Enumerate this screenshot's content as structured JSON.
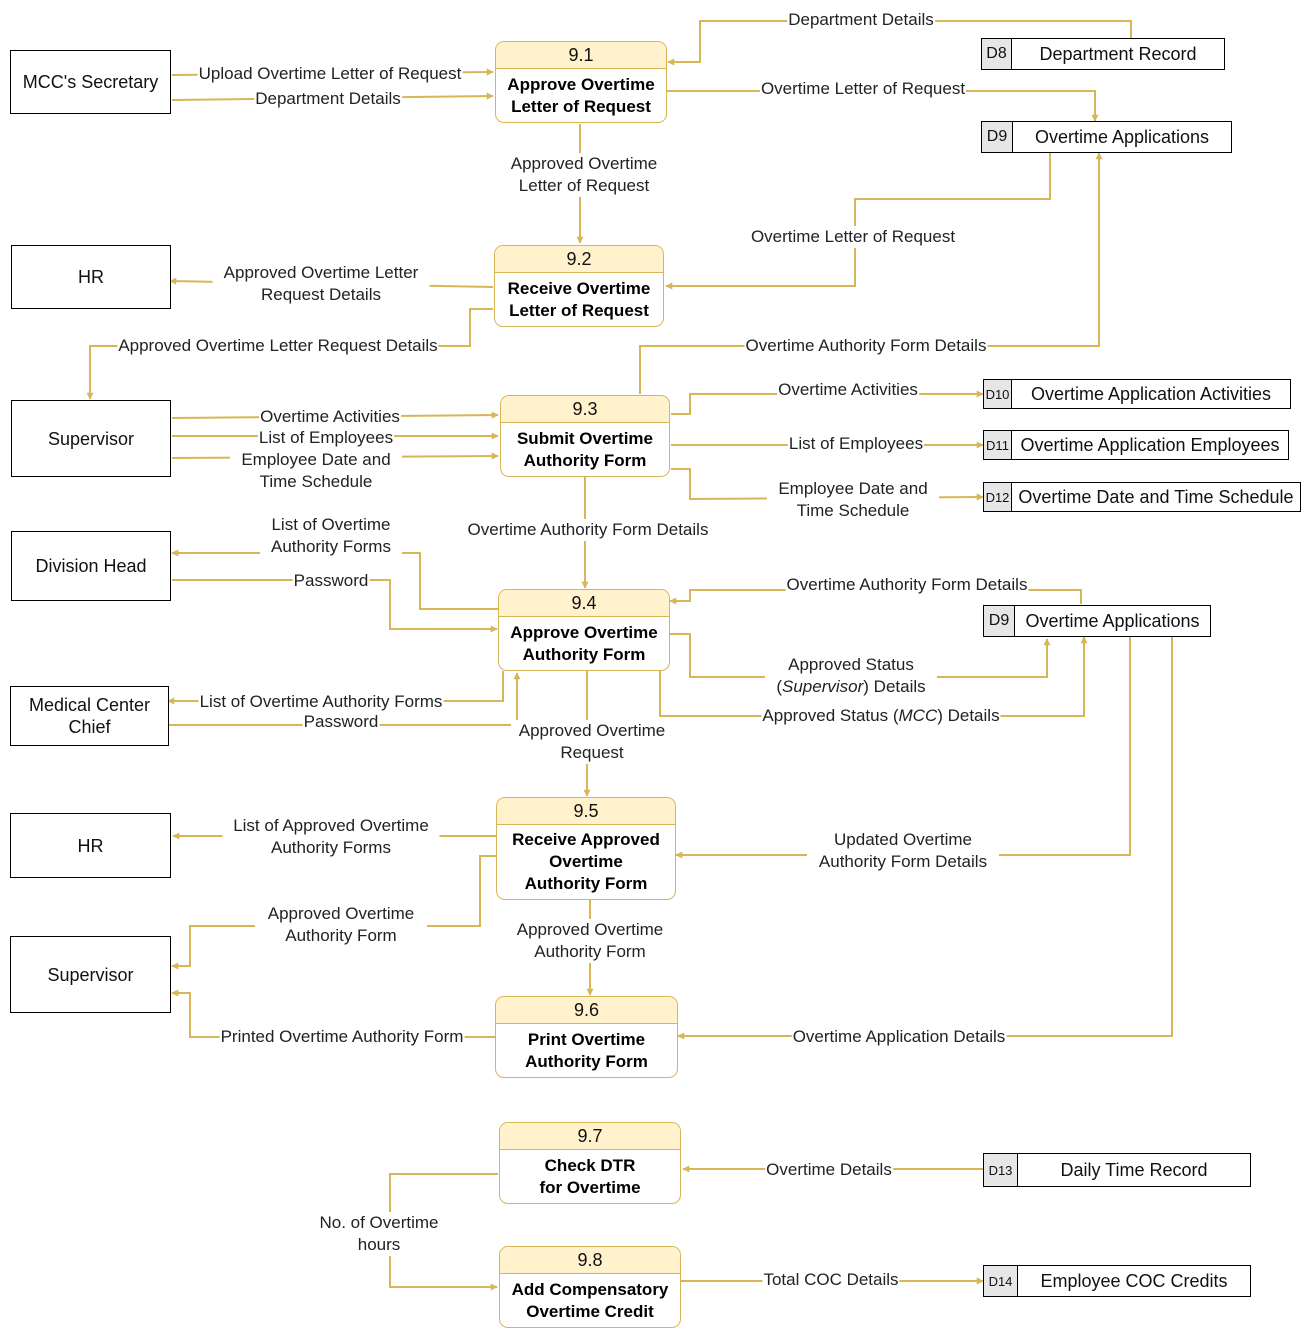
{
  "colors": {
    "flow": "#d6b656",
    "process_header": "#fff2cc",
    "store_id_bg": "#e6e6e6",
    "border": "#000000"
  },
  "entities": {
    "mcc_secretary": "MCC's Secretary",
    "hr_top": "HR",
    "supervisor_top": "Supervisor",
    "division_head": "Division Head",
    "medical_center_chief": "Medical Center Chief",
    "hr_bottom": "HR",
    "supervisor_bottom": "Supervisor"
  },
  "processes": {
    "p91": {
      "num": "9.1",
      "name": "Approve Overtime Letter of Request"
    },
    "p92": {
      "num": "9.2",
      "name": "Receive Overtime Letter of Request"
    },
    "p93": {
      "num": "9.3",
      "name": "Submit Overtime Authority Form"
    },
    "p94": {
      "num": "9.4",
      "name": "Approve Overtime Authority Form"
    },
    "p95": {
      "num": "9.5",
      "name": "Receive Approved Overtime Authority Form"
    },
    "p96": {
      "num": "9.6",
      "name": "Print Overtime Authority Form"
    },
    "p97": {
      "num": "9.7",
      "name": "Check DTR for Overtime"
    },
    "p98": {
      "num": "9.8",
      "name": "Add Compensatory Overtime Credit"
    }
  },
  "stores": {
    "d8": {
      "id": "D8",
      "name": "Department Record"
    },
    "d9a": {
      "id": "D9",
      "name": "Overtime Applications"
    },
    "d10": {
      "id": "D10",
      "name": "Overtime Application Activities"
    },
    "d11": {
      "id": "D11",
      "name": "Overtime Application Employees"
    },
    "d12": {
      "id": "D12",
      "name": "Overtime Date and Time Schedule"
    },
    "d9b": {
      "id": "D9",
      "name": "Overtime Applications"
    },
    "d13": {
      "id": "D13",
      "name": "Daily Time Record"
    },
    "d14": {
      "id": "D14",
      "name": "Employee COC Credits"
    }
  },
  "flows": {
    "upload_letter": "Upload Overtime Letter of Request",
    "dept_details_sec": "Department Details",
    "dept_details_d8": "Department Details",
    "letter_to_d9": "Overtime Letter of Request",
    "approved_letter": "Approved Overtime Letter of Request",
    "letter_from_d9": "Overtime Letter of Request",
    "approved_letter_hr": "Approved Overtime Letter Request Details",
    "approved_letter_sup": "Approved Overtime Letter Request Details",
    "oaf_details_d9": "Overtime Authority Form Details",
    "ot_activities_in": "Overtime Activities",
    "list_employees_in": "List of Employees",
    "emp_date_in": "Employee Date and Time Schedule",
    "ot_activities_out": "Overtime Activities",
    "list_employees_out": "List of Employees",
    "emp_date_out": "Employee Date and Time Schedule",
    "oaf_details_94": "Overtime Authority Form Details",
    "list_oaf_div": "List of Overtime Authority Forms",
    "password_div": "Password",
    "oaf_details_from_d9": "Overtime Authority Form Details",
    "approved_status_sup_pre": "Approved Status (",
    "approved_status_sup_em": "Supervisor",
    "approved_status_sup_post": ") Details",
    "list_oaf_mcc": "List of Overtime Authority Forms",
    "password_mcc": "Password",
    "approved_status_mcc_pre": "Approved Status (",
    "approved_status_mcc_em": "MCC",
    "approved_status_mcc_post": ") Details",
    "approved_ot_request": "Approved Overtime Request",
    "list_approved_oaf": "List of Approved Overtime Authority Forms",
    "updated_oaf": "Updated Overtime Authority Form Details",
    "approved_oaf_sup": "Approved Overtime Authority Form",
    "approved_oaf_96": "Approved Overtime Authority Form",
    "printed_oaf": "Printed Overtime Authority Form",
    "ot_app_details": "Overtime Application Details",
    "ot_details": "Overtime Details",
    "no_ot_hours": "No. of Overtime hours",
    "total_coc": "Total COC Details"
  }
}
